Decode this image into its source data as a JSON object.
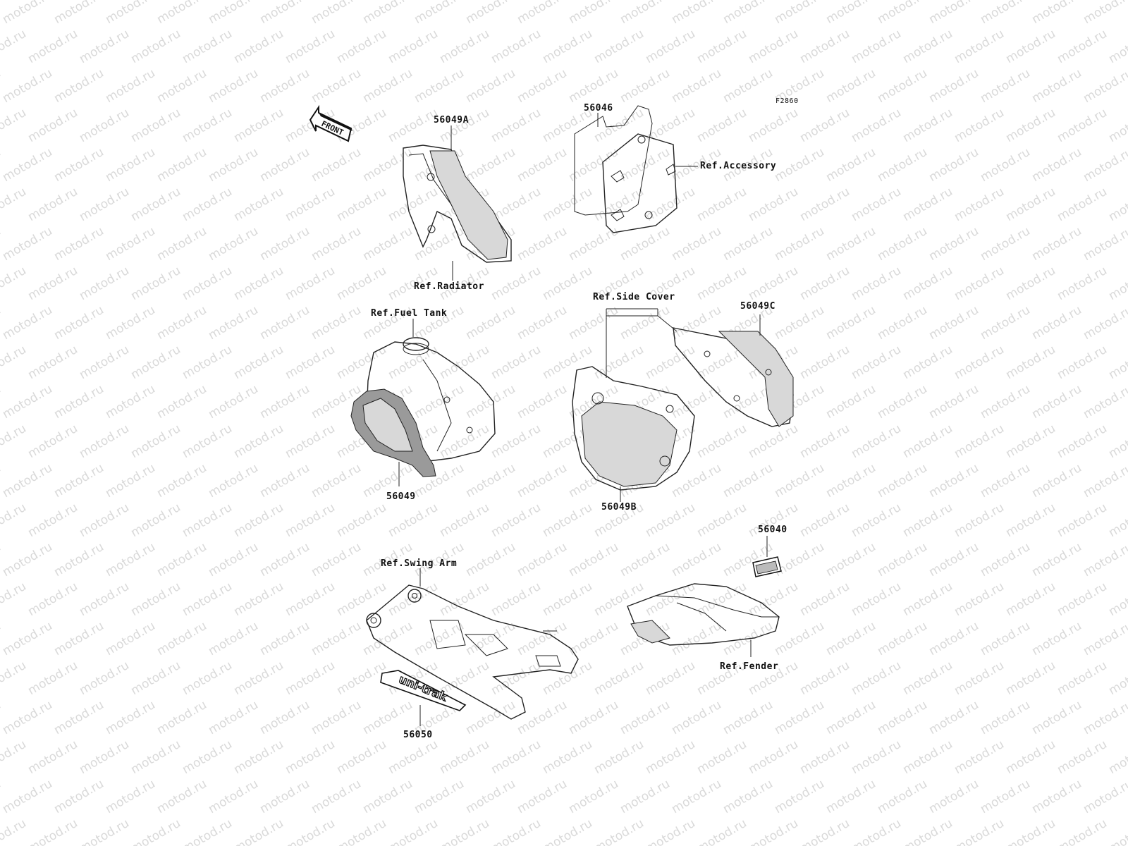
{
  "figure_code": "F2860",
  "front_label": "FRONT",
  "watermark_text": "motod.ru",
  "labels": {
    "p56049A": "56049A",
    "p56046": "56046",
    "ref_accessory": "Ref.Accessory",
    "ref_radiator": "Ref.Radiator",
    "ref_fuel_tank": "Ref.Fuel Tank",
    "ref_side_cover": "Ref.Side Cover",
    "p56049C": "56049C",
    "p56049": "56049",
    "p56049B": "56049B",
    "p56040": "56040",
    "ref_swing_arm": "Ref.Swing Arm",
    "ref_fender": "Ref.Fender",
    "p56050": "56050"
  },
  "decal_text": "uni-trak"
}
